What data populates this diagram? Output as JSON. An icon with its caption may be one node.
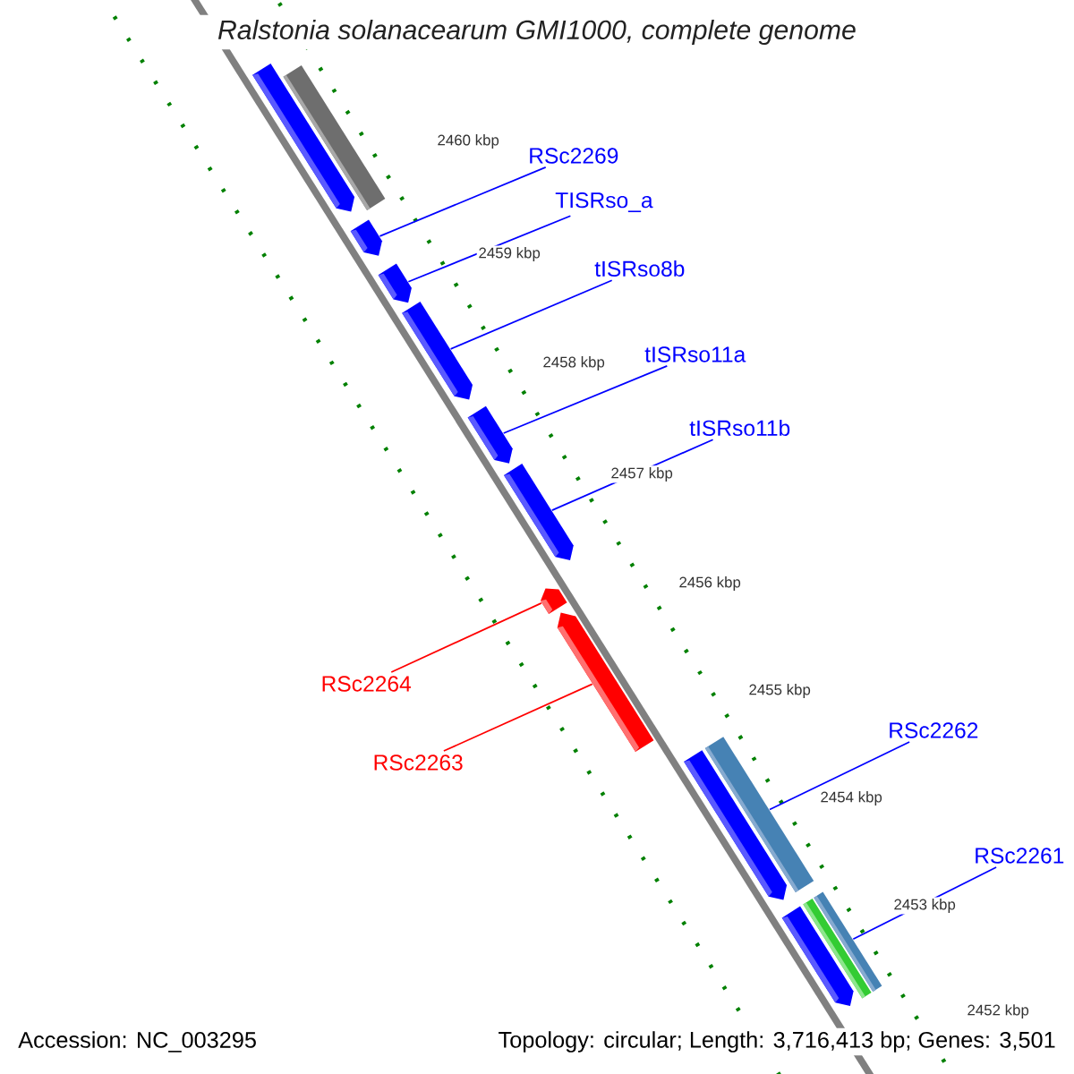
{
  "diagram": {
    "title": "Ralstonia solanacearum GMI1000, complete genome",
    "nodes": [
      {
        "text": [
          "RSc2269"
        ]
      },
      {
        "text": [
          "TISRso_a"
        ]
      },
      {
        "text": [
          "tISRso8b"
        ]
      },
      {
        "text": [
          "tISRso11a"
        ]
      },
      {
        "text": [
          "tISRso11b"
        ]
      },
      {
        "text": [
          "RSc2264"
        ]
      },
      {
        "text": [
          "RSc2263"
        ]
      },
      {
        "text": [
          "RSc2262"
        ]
      },
      {
        "text": [
          "RSc2261"
        ]
      },
      {
        "text": [],
        "shape": "pentagon"
      },
      {
        "text": [],
        "shape": "bar"
      },
      {
        "text": [],
        "shape": "pentagon"
      },
      {
        "text": [],
        "shape": "pentagon"
      },
      {
        "text": [],
        "shape": "pentagon"
      },
      {
        "text": [],
        "shape": "pentagon"
      },
      {
        "text": [],
        "shape": "pentagon"
      },
      {
        "text": [],
        "shape": "pentagon"
      },
      {
        "text": [],
        "shape": "pentagon"
      },
      {
        "text": [],
        "shape": "pentagon"
      },
      {
        "text": [],
        "shape": "bar"
      },
      {
        "text": [],
        "shape": "pentagon"
      },
      {
        "text": [],
        "shape": "bar"
      },
      {
        "text": [],
        "shape": "bar"
      }
    ],
    "edges": [
      {
        "from": 0,
        "to": 11,
        "arrow": "none"
      },
      {
        "from": 1,
        "to": 12,
        "arrow": "none"
      },
      {
        "from": 2,
        "to": 13,
        "arrow": "none"
      },
      {
        "from": 3,
        "to": 14,
        "arrow": "none"
      },
      {
        "from": 4,
        "to": 15,
        "arrow": "none"
      },
      {
        "from": 5,
        "to": 16,
        "arrow": "none",
        "color": "#ff0000"
      },
      {
        "from": 6,
        "to": 17,
        "arrow": "none",
        "color": "#ff0000"
      },
      {
        "from": 7,
        "to": 19,
        "arrow": "none"
      },
      {
        "from": 8,
        "to": 22,
        "arrow": "none"
      }
    ],
    "labels": [
      "2460 kbp",
      "2459 kbp",
      "2458 kbp",
      "2457 kbp",
      "2456 kbp",
      "2455 kbp",
      "2454 kbp",
      "2453 kbp",
      "2452 kbp",
      "Accession: NC_003295",
      "Topology: circular; Length: 3,716,413 bp; Genes: 3,501"
    ]
  }
}
